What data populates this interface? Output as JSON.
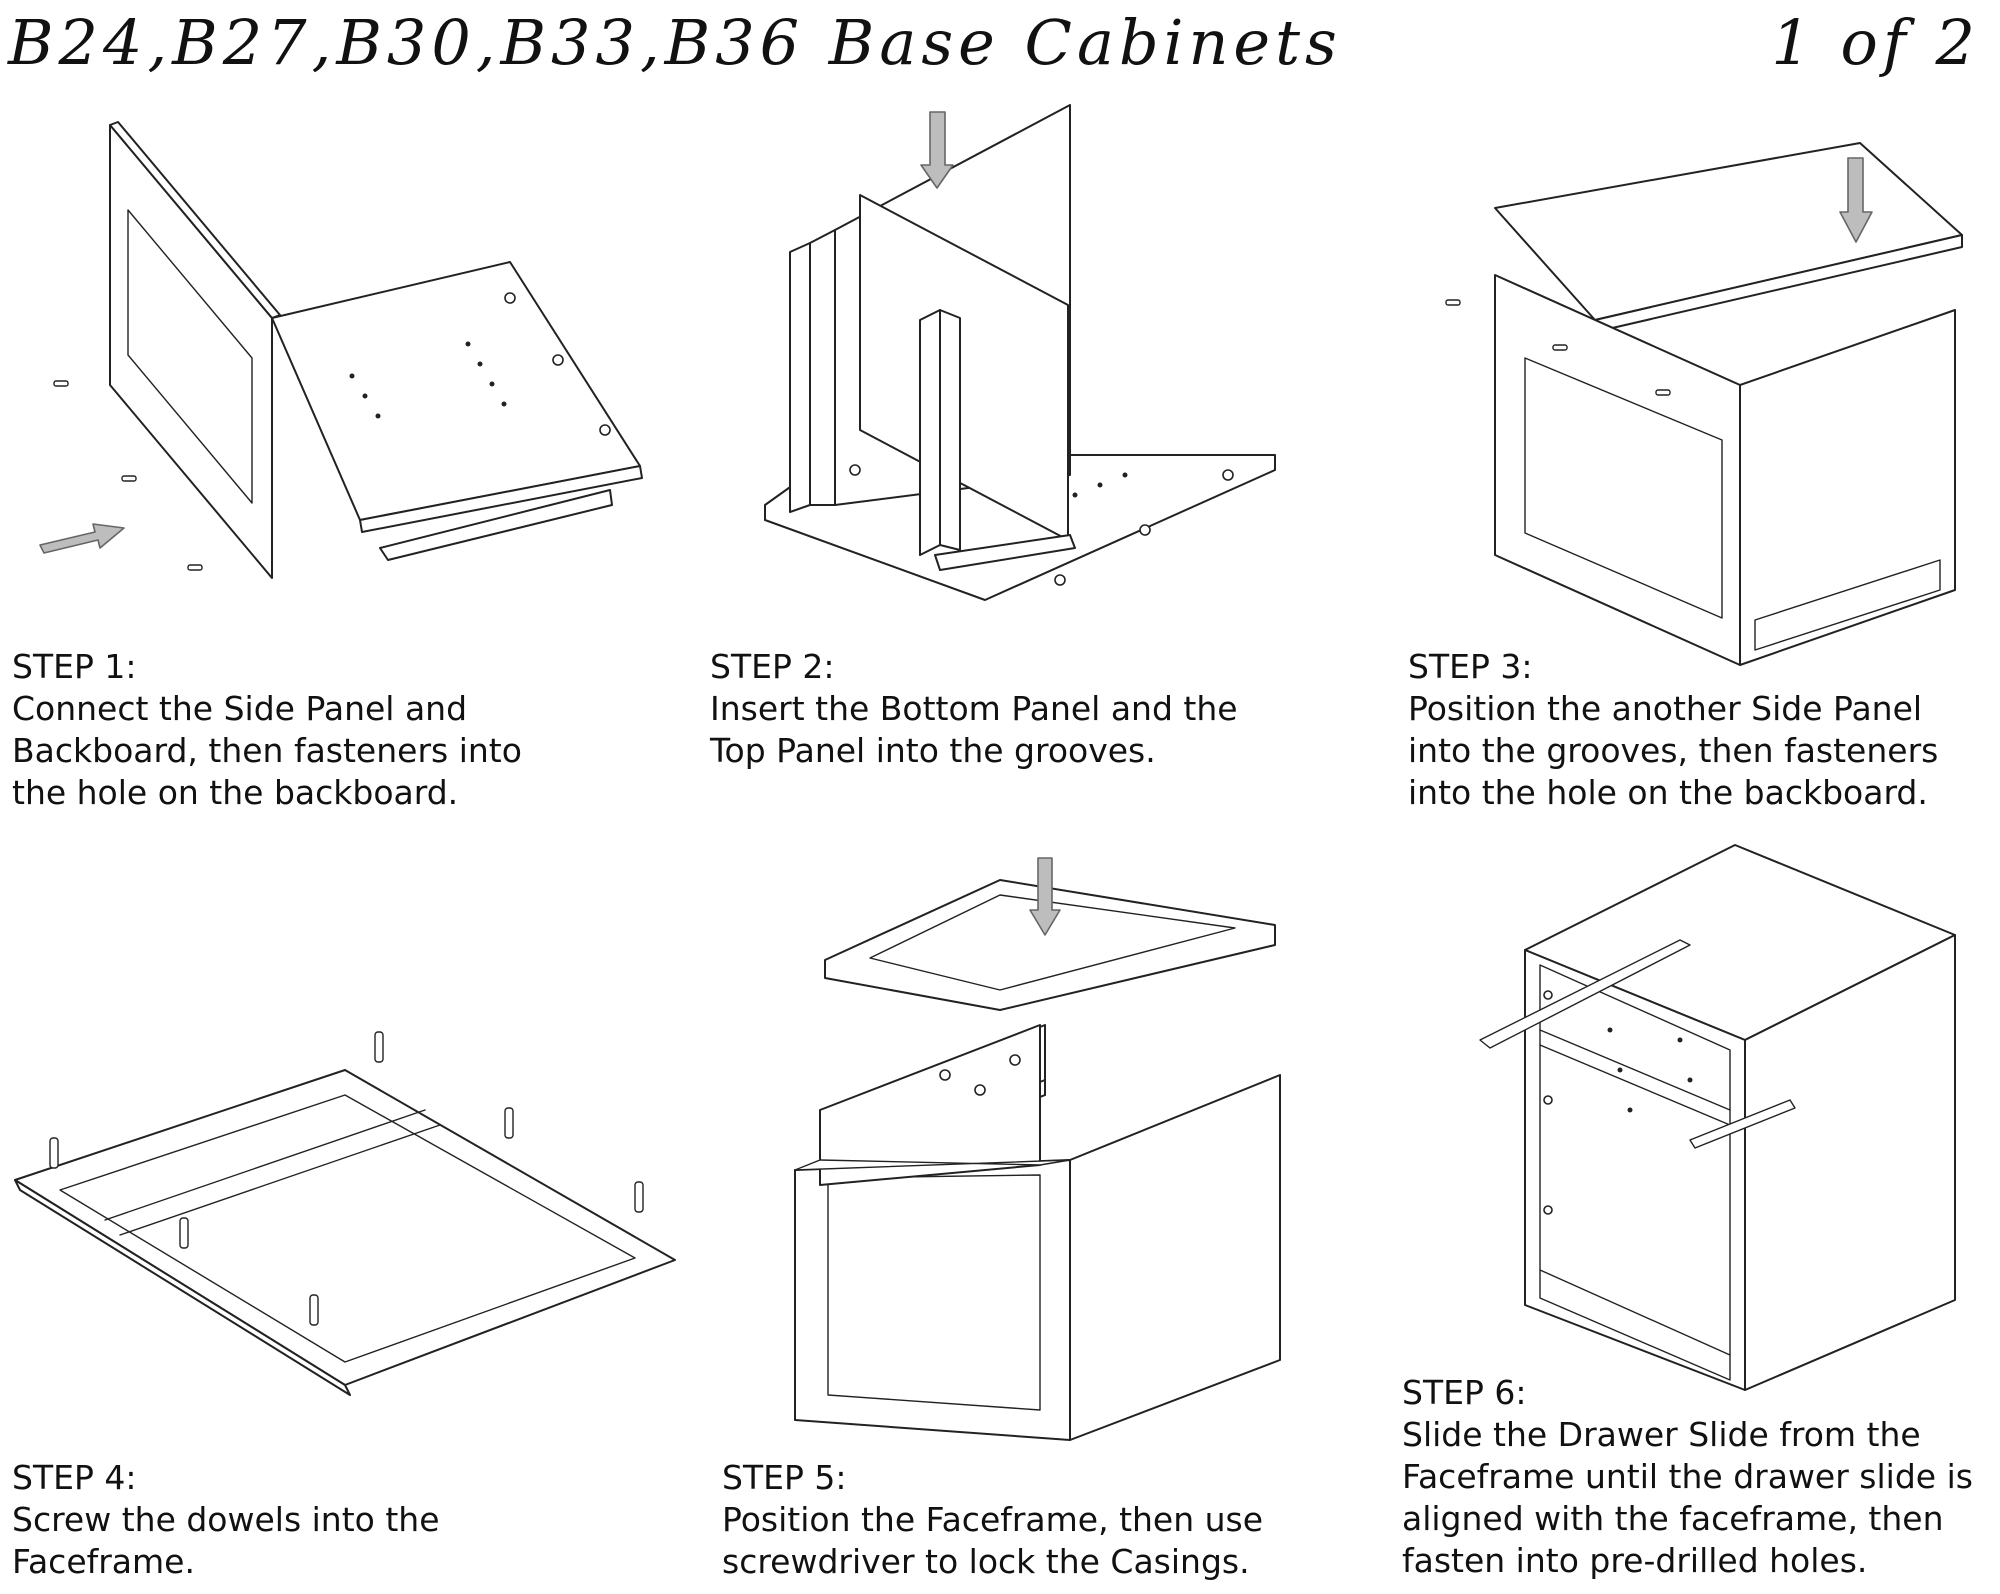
{
  "header": {
    "title": "B24,B27,B30,B33,B36  Base Cabinets",
    "page": "1 of 2"
  },
  "steps": [
    {
      "label": "STEP 1:",
      "text": "Connect the Side Panel and\nBackboard, then fasteners into\nthe hole on the backboard."
    },
    {
      "label": "STEP 2:",
      "text": "Insert the Bottom Panel and the\nTop Panel into the grooves."
    },
    {
      "label": "STEP 3:",
      "text": "Position the another Side Panel\ninto the grooves, then fasteners\ninto the hole on the backboard."
    },
    {
      "label": "STEP 4:",
      "text": "Screw the dowels into the\nFaceframe."
    },
    {
      "label": "STEP 5:",
      "text": "Position the Faceframe, then use\nscrewdriver to lock the Casings."
    },
    {
      "label": "STEP 6:",
      "text": "Slide the Drawer Slide from the\nFaceframe until the drawer slide is\naligned with the faceframe, then\nfasten into pre-drilled holes."
    }
  ]
}
